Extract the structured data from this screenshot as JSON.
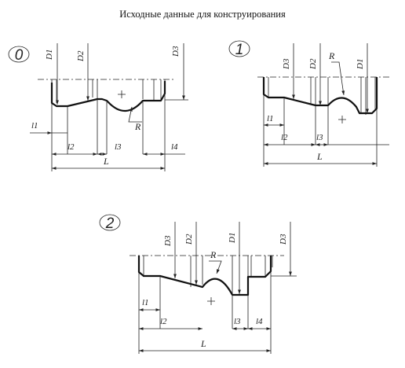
{
  "title": "Исходные данные для конструирования",
  "variants": [
    {
      "number": "0",
      "diameters": [
        "D1",
        "D2",
        "D3"
      ],
      "radius_label": "R",
      "lengths": [
        "l1",
        "l2",
        "l3",
        "l4",
        "L"
      ]
    },
    {
      "number": "1",
      "diameters": [
        "D3",
        "D2",
        "D1"
      ],
      "radius_label": "R",
      "lengths": [
        "l1",
        "l2",
        "l3",
        "L"
      ]
    },
    {
      "number": "2",
      "diameters": [
        "D3",
        "D2",
        "D1",
        "D3"
      ],
      "radius_label": "R",
      "lengths": [
        "l1",
        "l2",
        "l3",
        "l4",
        "L"
      ]
    }
  ]
}
